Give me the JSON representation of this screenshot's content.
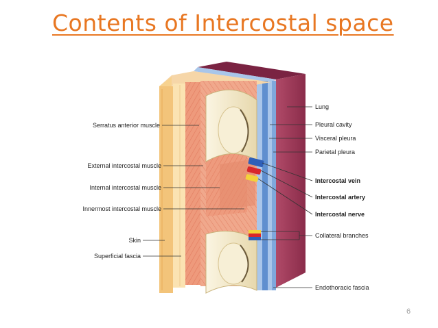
{
  "slide": {
    "title": "Contents of Intercostal space",
    "page_number": "6"
  },
  "colors": {
    "title": "#e87722",
    "skin": "#f3c47a",
    "skin_light": "#fbe3b2",
    "muscle": "#ee9a7c",
    "muscle_dark": "#d8654a",
    "rib": "#f1e7c7",
    "pleura_blue": "#5f8fcf",
    "pleura_light": "#a9c6ea",
    "lung": "#9b3a57",
    "lung_dark": "#6d1f39",
    "vein": "#2f5fb8",
    "artery": "#d8272b",
    "nerve": "#f3d23a"
  },
  "labels_left": [
    "Serratus anterior muscle",
    "External intercostal muscle",
    "Internal intercostal muscle",
    "Innermost intercostal muscle",
    "Skin",
    "Superficial fascia"
  ],
  "labels_right": [
    "Lung",
    "Pleural cavity",
    "Visceral pleura",
    "Parietal pleura",
    "Intercostal vein",
    "Intercostal artery",
    "Intercostal nerve",
    "Collateral branches",
    "Endothoracic fascia"
  ]
}
